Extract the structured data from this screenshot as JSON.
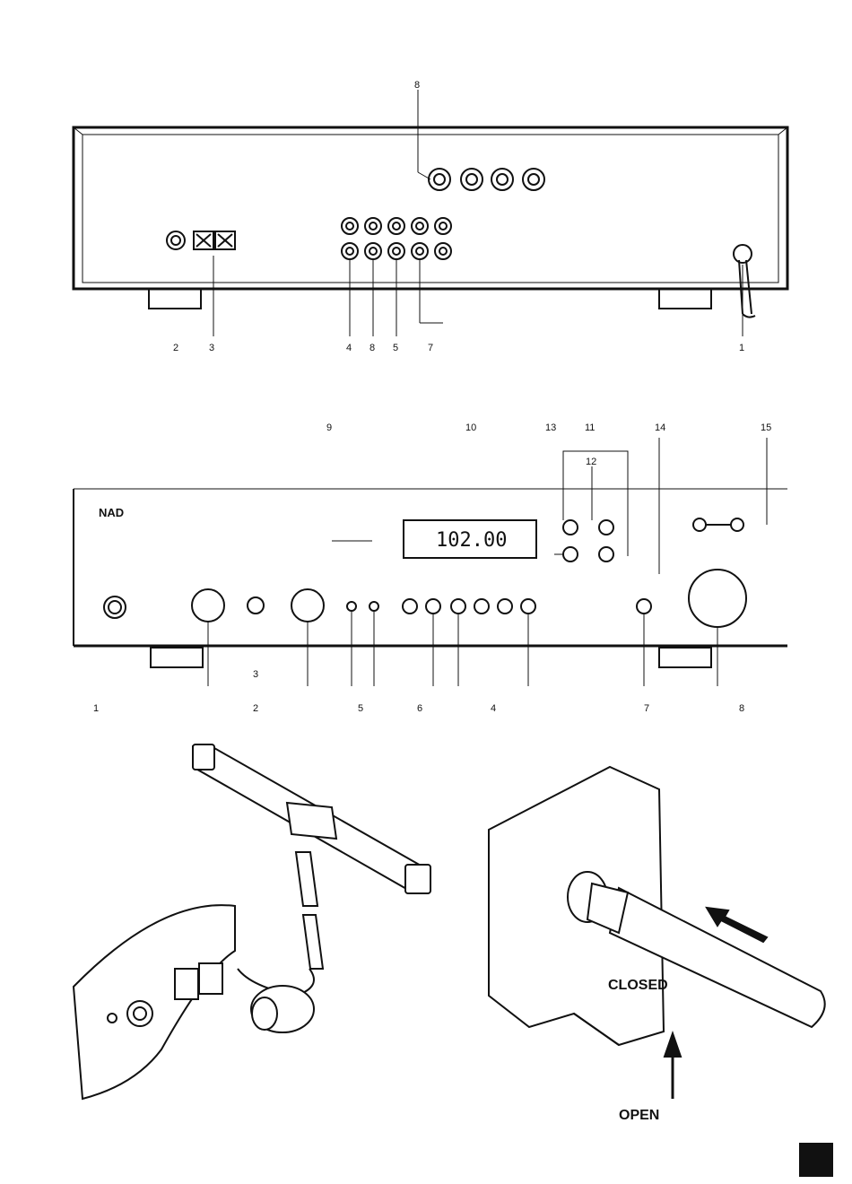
{
  "rear_panel": {
    "callouts": {
      "top": "8",
      "bottom": [
        "2",
        "3",
        "4",
        "8",
        "5",
        "7",
        "1"
      ]
    }
  },
  "front_panel": {
    "brand": "NAD",
    "display": "102.00",
    "top_callouts": [
      "9",
      "10",
      "13",
      "11",
      "14",
      "15"
    ],
    "inner_callout_12": "12",
    "bottom_callouts": [
      "1",
      "3",
      "2",
      "5",
      "6",
      "4",
      "7",
      "8"
    ]
  },
  "antenna_figure": {},
  "cable_figure": {
    "closed_label": "CLOSED",
    "open_label": "OPEN"
  },
  "colors": {
    "ink": "#111111",
    "paper": "#ffffff"
  }
}
